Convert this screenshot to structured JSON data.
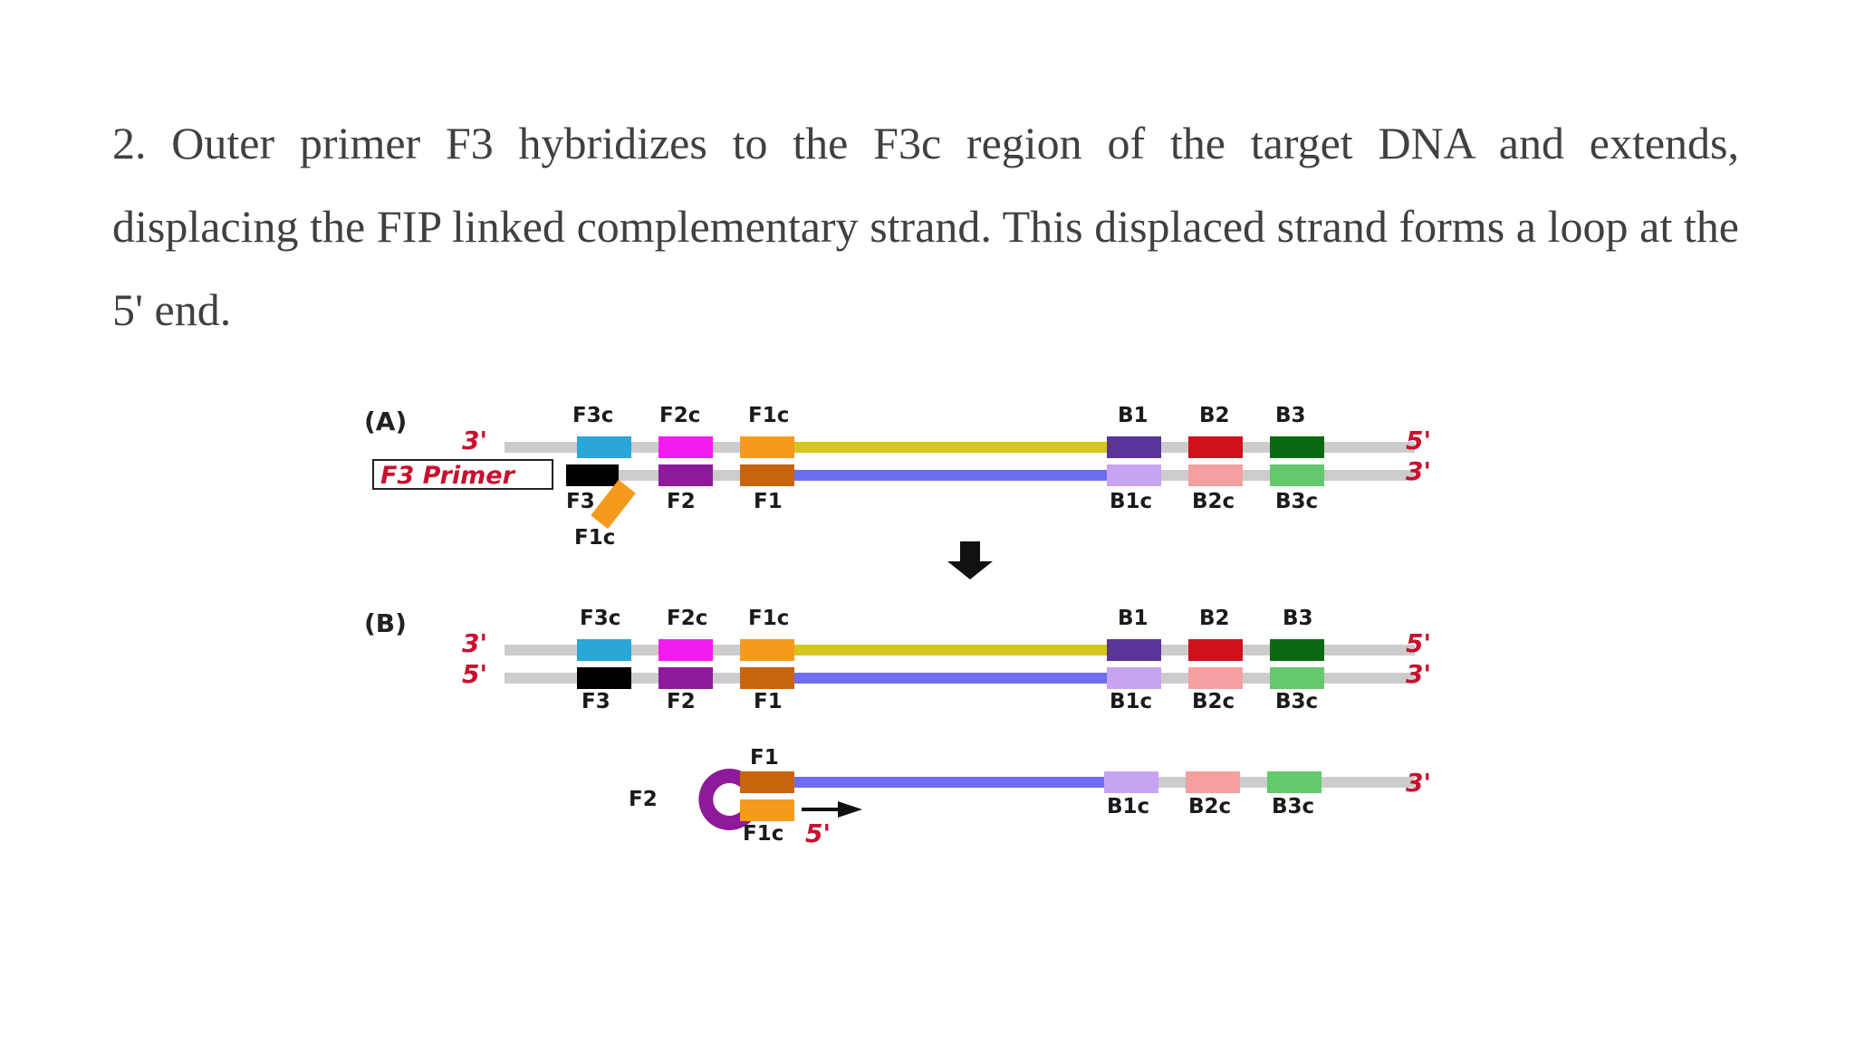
{
  "paragraph": "2. Outer primer F3 hybridizes to the F3c region of the target DNA and extends, displacing the FIP linked complementary strand. This displaced strand forms a loop at the 5' end.",
  "colors": {
    "backbone": "#cccccc",
    "top_strand": "#d4c61e",
    "bottom_strand": "#6e6ef0",
    "F3c": "#2aa6d8",
    "F2c": "#f21cf0",
    "F1c": "#f59a1c",
    "F3": "#000000",
    "F2": "#8e1a9a",
    "F1": "#c8640e",
    "B1": "#5a3498",
    "B2": "#d0101c",
    "B3": "#0a6a12",
    "B1c": "#c8a4f0",
    "B2c": "#f4a0a0",
    "B3c": "#64c86c",
    "end_label": "#c8102e",
    "arrow": "#111111"
  },
  "panel_a": {
    "label": "(A)",
    "top_left_end": "3'",
    "top_right_end": "5'",
    "bottom_right_end": "3'",
    "primer_label": "F3 Primer",
    "top_labels": [
      "F3c",
      "F2c",
      "F1c",
      "B1",
      "B2",
      "B3"
    ],
    "bottom_labels": [
      "F3",
      "F2",
      "F1",
      "B1c",
      "B2c",
      "B3c"
    ],
    "tail_label": "F1c"
  },
  "panel_b": {
    "label": "(B)",
    "top_left_end": "3'",
    "bottom_left_end": "5'",
    "top_right_end": "5'",
    "bottom_right_end": "3'",
    "top_labels": [
      "F3c",
      "F2c",
      "F1c",
      "B1",
      "B2",
      "B3"
    ],
    "bottom_labels": [
      "F3",
      "F2",
      "F1",
      "B1c",
      "B2c",
      "B3c"
    ]
  },
  "loop_strand": {
    "loop_label": "F2",
    "f1_label": "F1",
    "f1c_label": "F1c",
    "five_prime": "5'",
    "right_end": "3'",
    "bottom_labels": [
      "B1c",
      "B2c",
      "B3c"
    ]
  }
}
